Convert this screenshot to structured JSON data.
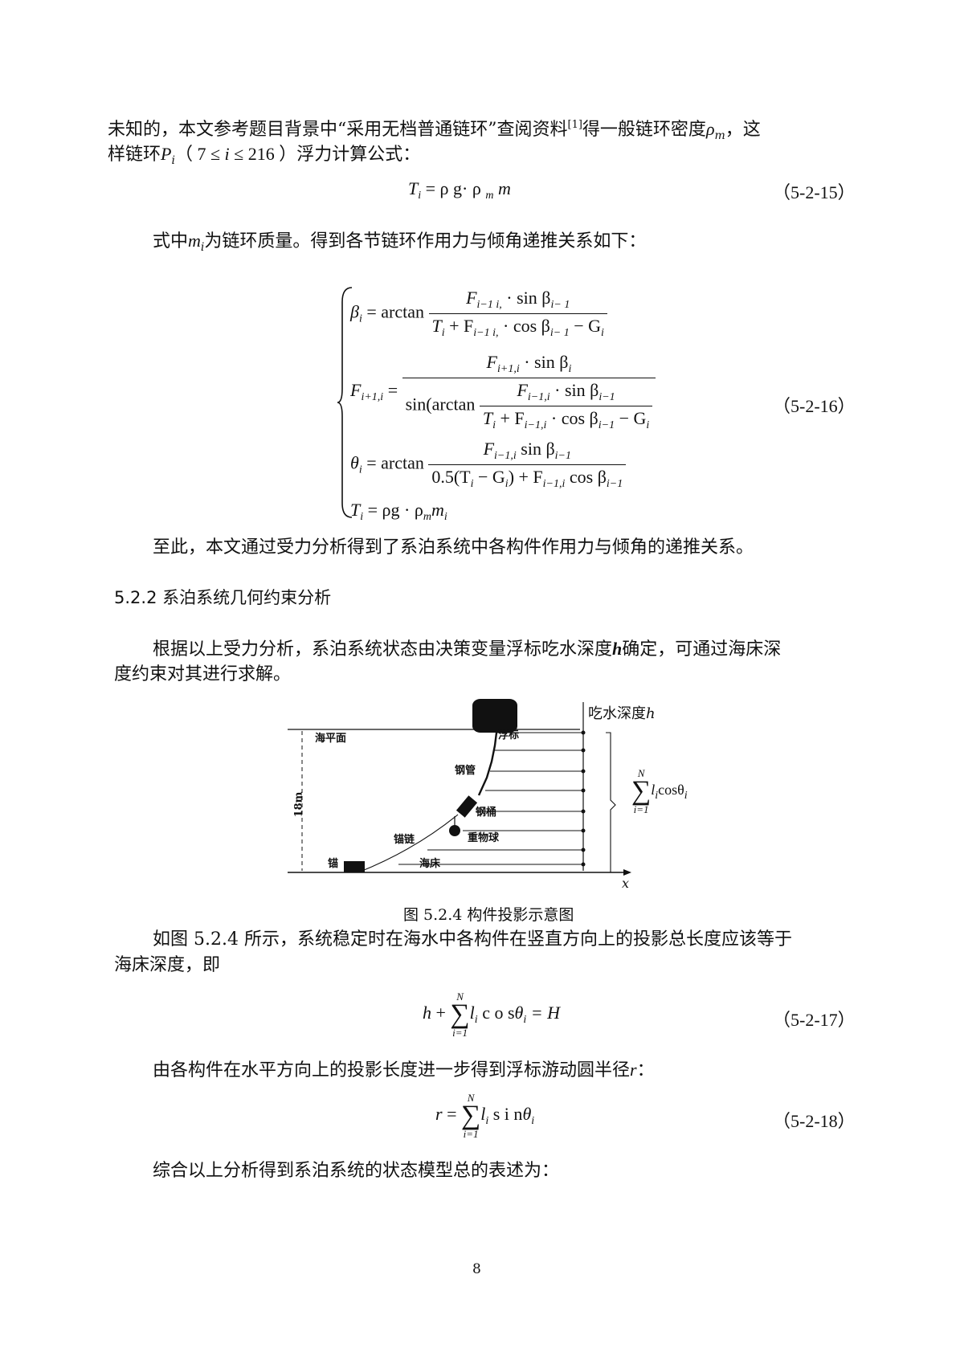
{
  "para1": {
    "line1_a": "未知的，本文参考题目背景中“采用无档普通链环”查阅资料",
    "cite": "[1]",
    "line1_b": "得一般链环密度",
    "rho": "ρ",
    "rho_sub": "m",
    "line1_c": "，这",
    "line2_a": "样链环",
    "P": "P",
    "P_sub": "i",
    "line2_b": "（ 7 ≤ ",
    "i": "i",
    "line2_c": " ≤ 216 ）浮力计算公式："
  },
  "eq15": {
    "T": "T",
    "T_sub": "i",
    "rhs": " = ρ g· ρ ",
    "rhs_sub": "m",
    "m": " m",
    "num": "（5-2-15）"
  },
  "para2": {
    "a": "式中",
    "m": "m",
    "m_sub": "i",
    "b": "为链环质量。得到各节链环作用力与倾角递推关系如下："
  },
  "eq16": {
    "beta_lhs": "β",
    "beta_lhs_sub": "i",
    "arctan": " = arctan",
    "b_num": "F",
    "b_num_sub": "i−1 i,",
    "b_num_b": " · sin β",
    "b_num_sub2": "i−  1",
    "b_den_a": "T",
    "b_den_sub_a": "i",
    "b_den_b": " + F",
    "b_den_sub_b": "i−1 i,",
    "b_den_c": " · cos β",
    "b_den_sub_c": "i−  1",
    "b_den_d": " − G",
    "b_den_sub_d": "i",
    "f_lhs": "F",
    "f_lhs_sub": "i+1,i",
    "eq": " =",
    "f_num": "F",
    "f_num_sub": "i+1,i",
    "f_num_b": " · sin β",
    "f_num_sub2": "i",
    "f_den_a": "sin(arctan",
    "f_inner_num": "F",
    "f_inner_num_sub": "i−1,i",
    "f_inner_num_b": " · sin β",
    "f_inner_num_sub2": "i−1",
    "f_inner_den_a": "T",
    "f_inner_den_sub_a": "i",
    "f_inner_den_b": " + F",
    "f_inner_den_sub_b": "i−1,i",
    "f_inner_den_c": " · cos β",
    "f_inner_den_sub_c": "i−1",
    "f_inner_den_d": " − G",
    "f_inner_den_sub_d": "i",
    "theta_lhs": "θ",
    "theta_lhs_sub": "i",
    "t_num": "F",
    "t_num_sub": "i−1,i",
    "t_num_b": " sin β",
    "t_num_sub2": "i−1",
    "t_den_a": "0.5(T",
    "t_den_sub_a": "i",
    "t_den_b": " − G",
    "t_den_sub_b": "i",
    "t_den_c": ") + F",
    "t_den_sub_c": "i−1,i",
    "t_den_d": " cos β",
    "t_den_sub_d": "i−1",
    "T_lhs": "T",
    "T_lhs_sub": "i",
    "T_rhs": " = ρg · ρ",
    "T_rhs_sub": "m",
    "T_rhs_b": "m",
    "T_rhs_sub2": "i",
    "num": "（5-2-16）"
  },
  "para3": "至此，本文通过受力分析得到了系泊系统中各构件作用力与倾角的递推关系。",
  "section": "5.2.2 系泊系统几何约束分析",
  "para4": {
    "line1_a": "根据以上受力分析，系泊系统状态由决策变量浮标吃水深度",
    "h": "h",
    "line1_b": "确定，可通过海床深",
    "line2": "度约束对其进行求解。"
  },
  "figure": {
    "sea_level": "海平面",
    "buoy": "浮标",
    "draft": "吃水深度",
    "draft_h": "h",
    "depth": "18m",
    "steel_pipe": "钢管",
    "steel_drum": "钢桶",
    "heavy_ball": "重物球",
    "anchor_chain": "锚链",
    "anchor": "锚",
    "seabed": "海床",
    "x_axis": "x",
    "sum_top": "N",
    "sum_bottom": "i=1",
    "sum_term": "l",
    "sum_term_sub": "i",
    "sum_cos": "cosθ",
    "sum_cos_sub": "i"
  },
  "caption": "图 5.2.4  构件投影示意图",
  "para5": {
    "line1": "如图 5.2.4 所示，系统稳定时在海水中各构件在竖直方向上的投影总长度应该等于",
    "line2": "海床深度，即"
  },
  "eq17": {
    "h": "h",
    "plus": " + ",
    "top": "N",
    "bottom": "i=1",
    "l": "l",
    "l_sub": "i",
    "cos": " c o s",
    "theta": "θ",
    "theta_sub": "i",
    "rhs": " = H",
    "num": "（5-2-17）"
  },
  "para6": {
    "a": "由各构件在水平方向上的投影长度进一步得到浮标游动圆半径",
    "r": "r",
    "b": "："
  },
  "eq18": {
    "r": "r",
    "eq": " = ",
    "top": "N",
    "bottom": "i=1",
    "l": "l",
    "l_sub": "i",
    "sin": " s i n",
    "theta": "θ",
    "theta_sub": "i",
    "num": "（5-2-18）"
  },
  "para7": "综合以上分析得到系泊系统的状态模型总的表述为：",
  "page_number": "8"
}
